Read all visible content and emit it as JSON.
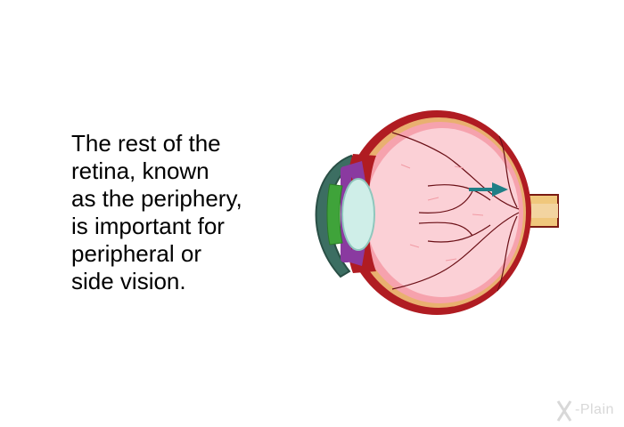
{
  "caption": {
    "lines": [
      "The rest of the",
      "retina, known",
      "as the periphery,",
      "is important for",
      "peripheral or",
      "side vision."
    ]
  },
  "logo": {
    "text": "-Plain"
  },
  "colors": {
    "sclera": "#b01c22",
    "retina": "#f6b0b8",
    "vitreous": "#fbd5da",
    "choroid": "#e9b070",
    "iris": "#8a3aa0",
    "lens": "#cfeee8",
    "cornea": "#3c6e62",
    "ciliary": "#3fa33a",
    "arrow": "#1f7f86",
    "vessel": "#6a0f16"
  },
  "icons": {
    "eye": "eye-anatomy-diagram",
    "arrow": "pointer-arrow-icon",
    "logo": "x-plain-logo"
  }
}
